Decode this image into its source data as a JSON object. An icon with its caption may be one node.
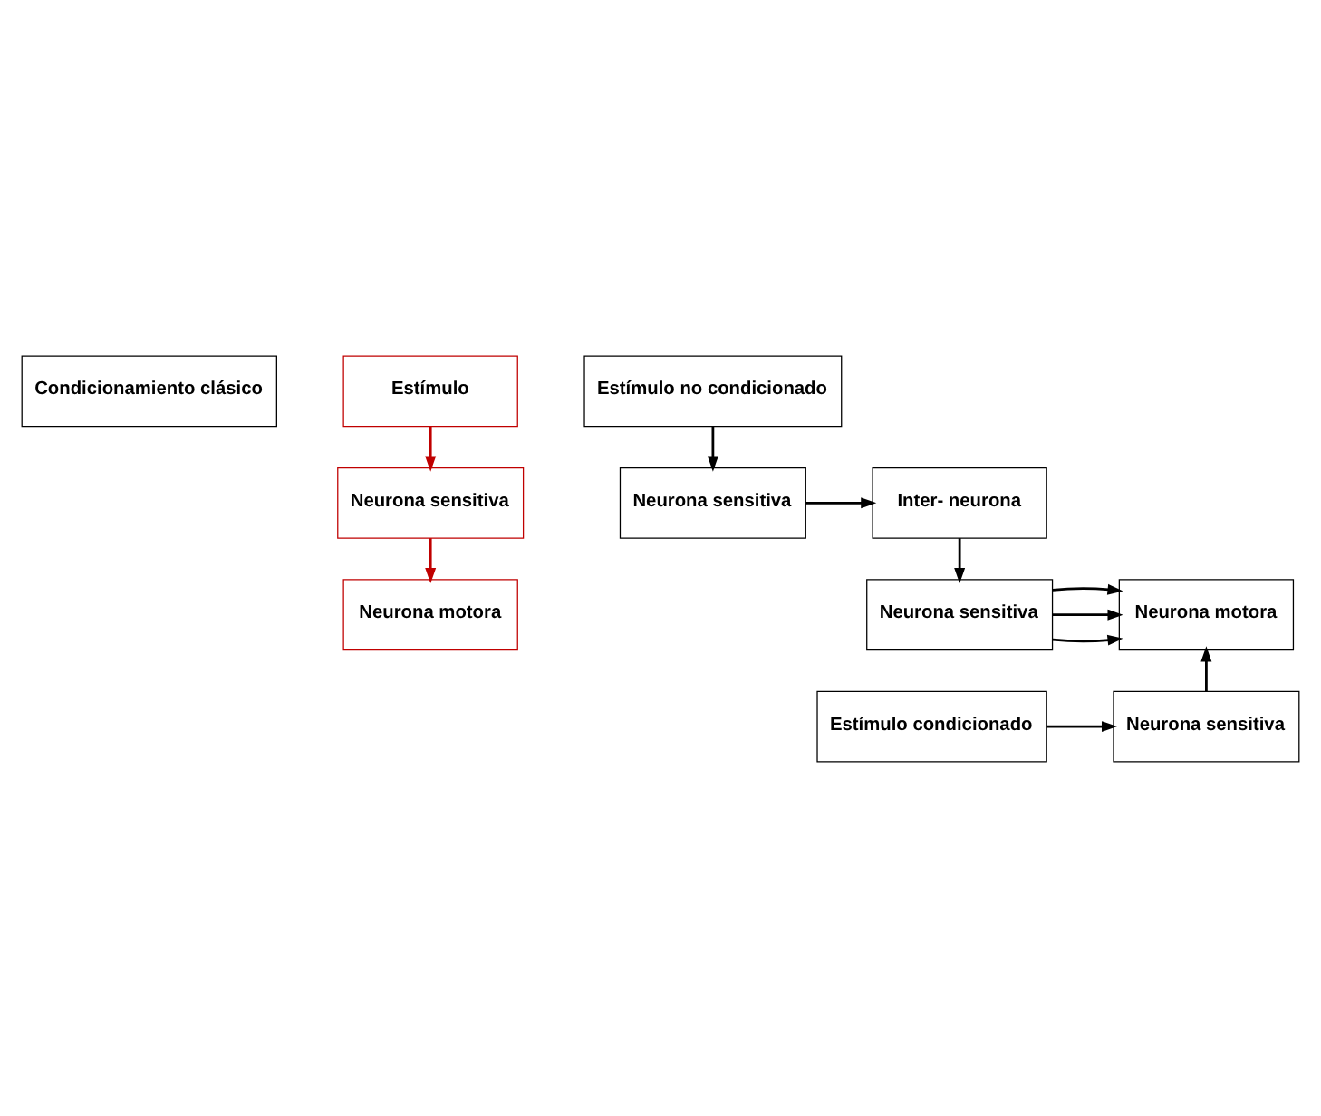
{
  "diagram": {
    "nodes": [
      {
        "text": [
          "Condicionamiento clásico"
        ]
      },
      {
        "text": [
          "Estímulo"
        ]
      },
      {
        "text": [
          "Neurona sensitiva"
        ]
      },
      {
        "text": [
          "Neurona motora"
        ]
      },
      {
        "text": [
          "Estímulo no condicionado"
        ]
      },
      {
        "text": [
          "Neurona sensitiva"
        ]
      },
      {
        "text": [
          "Inter- neurona"
        ]
      },
      {
        "text": [
          "Neurona motora"
        ]
      },
      {
        "text": [
          "Neurona sensitiva"
        ]
      },
      {
        "text": [
          "Neurona sensitiva"
        ]
      },
      {
        "text": [
          "Estímulo condicionado"
        ]
      }
    ],
    "edges": [
      {
        "from": 1,
        "to": 2,
        "arrow": "to",
        "color": "#c00000"
      },
      {
        "from": 2,
        "to": 3,
        "arrow": "to",
        "color": "#c00000"
      },
      {
        "from": 4,
        "to": 5,
        "arrow": "to"
      },
      {
        "from": 5,
        "to": 6,
        "arrow": "to"
      },
      {
        "from": 6,
        "to": 8,
        "arrow": "to"
      },
      {
        "from": 8,
        "to": 7,
        "arrow": "to"
      },
      {
        "from": 8,
        "to": 7,
        "arrow": "to"
      },
      {
        "from": 8,
        "to": 7,
        "arrow": "to"
      },
      {
        "from": 9,
        "to": 7,
        "arrow": "to"
      },
      {
        "from": 10,
        "to": 9,
        "arrow": "to"
      }
    ]
  }
}
